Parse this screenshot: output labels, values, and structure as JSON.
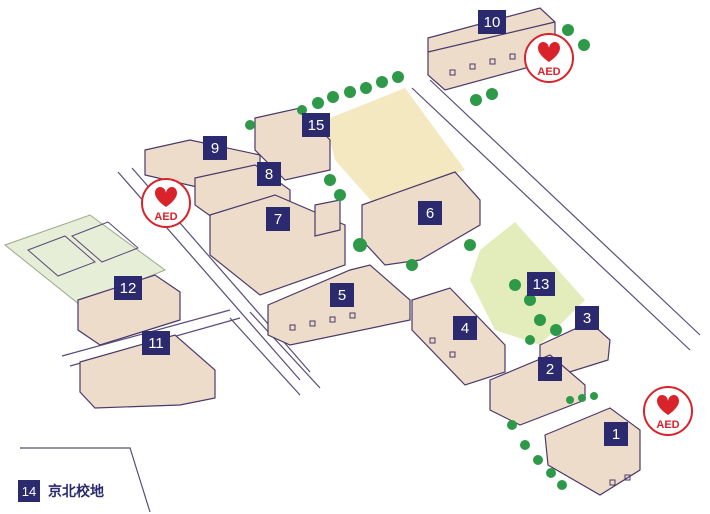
{
  "map": {
    "buildings": [
      {
        "id": "1",
        "label": "1"
      },
      {
        "id": "2",
        "label": "2"
      },
      {
        "id": "3",
        "label": "3"
      },
      {
        "id": "4",
        "label": "4"
      },
      {
        "id": "5",
        "label": "5"
      },
      {
        "id": "6",
        "label": "6"
      },
      {
        "id": "7",
        "label": "7"
      },
      {
        "id": "8",
        "label": "8"
      },
      {
        "id": "9",
        "label": "9"
      },
      {
        "id": "10",
        "label": "10"
      },
      {
        "id": "11",
        "label": "11"
      },
      {
        "id": "12",
        "label": "12"
      },
      {
        "id": "13",
        "label": "13"
      },
      {
        "id": "15",
        "label": "15"
      }
    ],
    "aed_markers": [
      {
        "label": "AED"
      },
      {
        "label": "AED"
      },
      {
        "label": "AED"
      }
    ],
    "legend": {
      "number": "14",
      "text": "京北校地"
    },
    "colors": {
      "building": "#eedccb",
      "roof_edge": "#4a3a6a",
      "field": "#f3e8bf",
      "park": "#e3edbb",
      "court": "#e6eed7",
      "tree": "#2e9a49",
      "label": "#2b2a6e",
      "aed": "#d9222a"
    }
  }
}
